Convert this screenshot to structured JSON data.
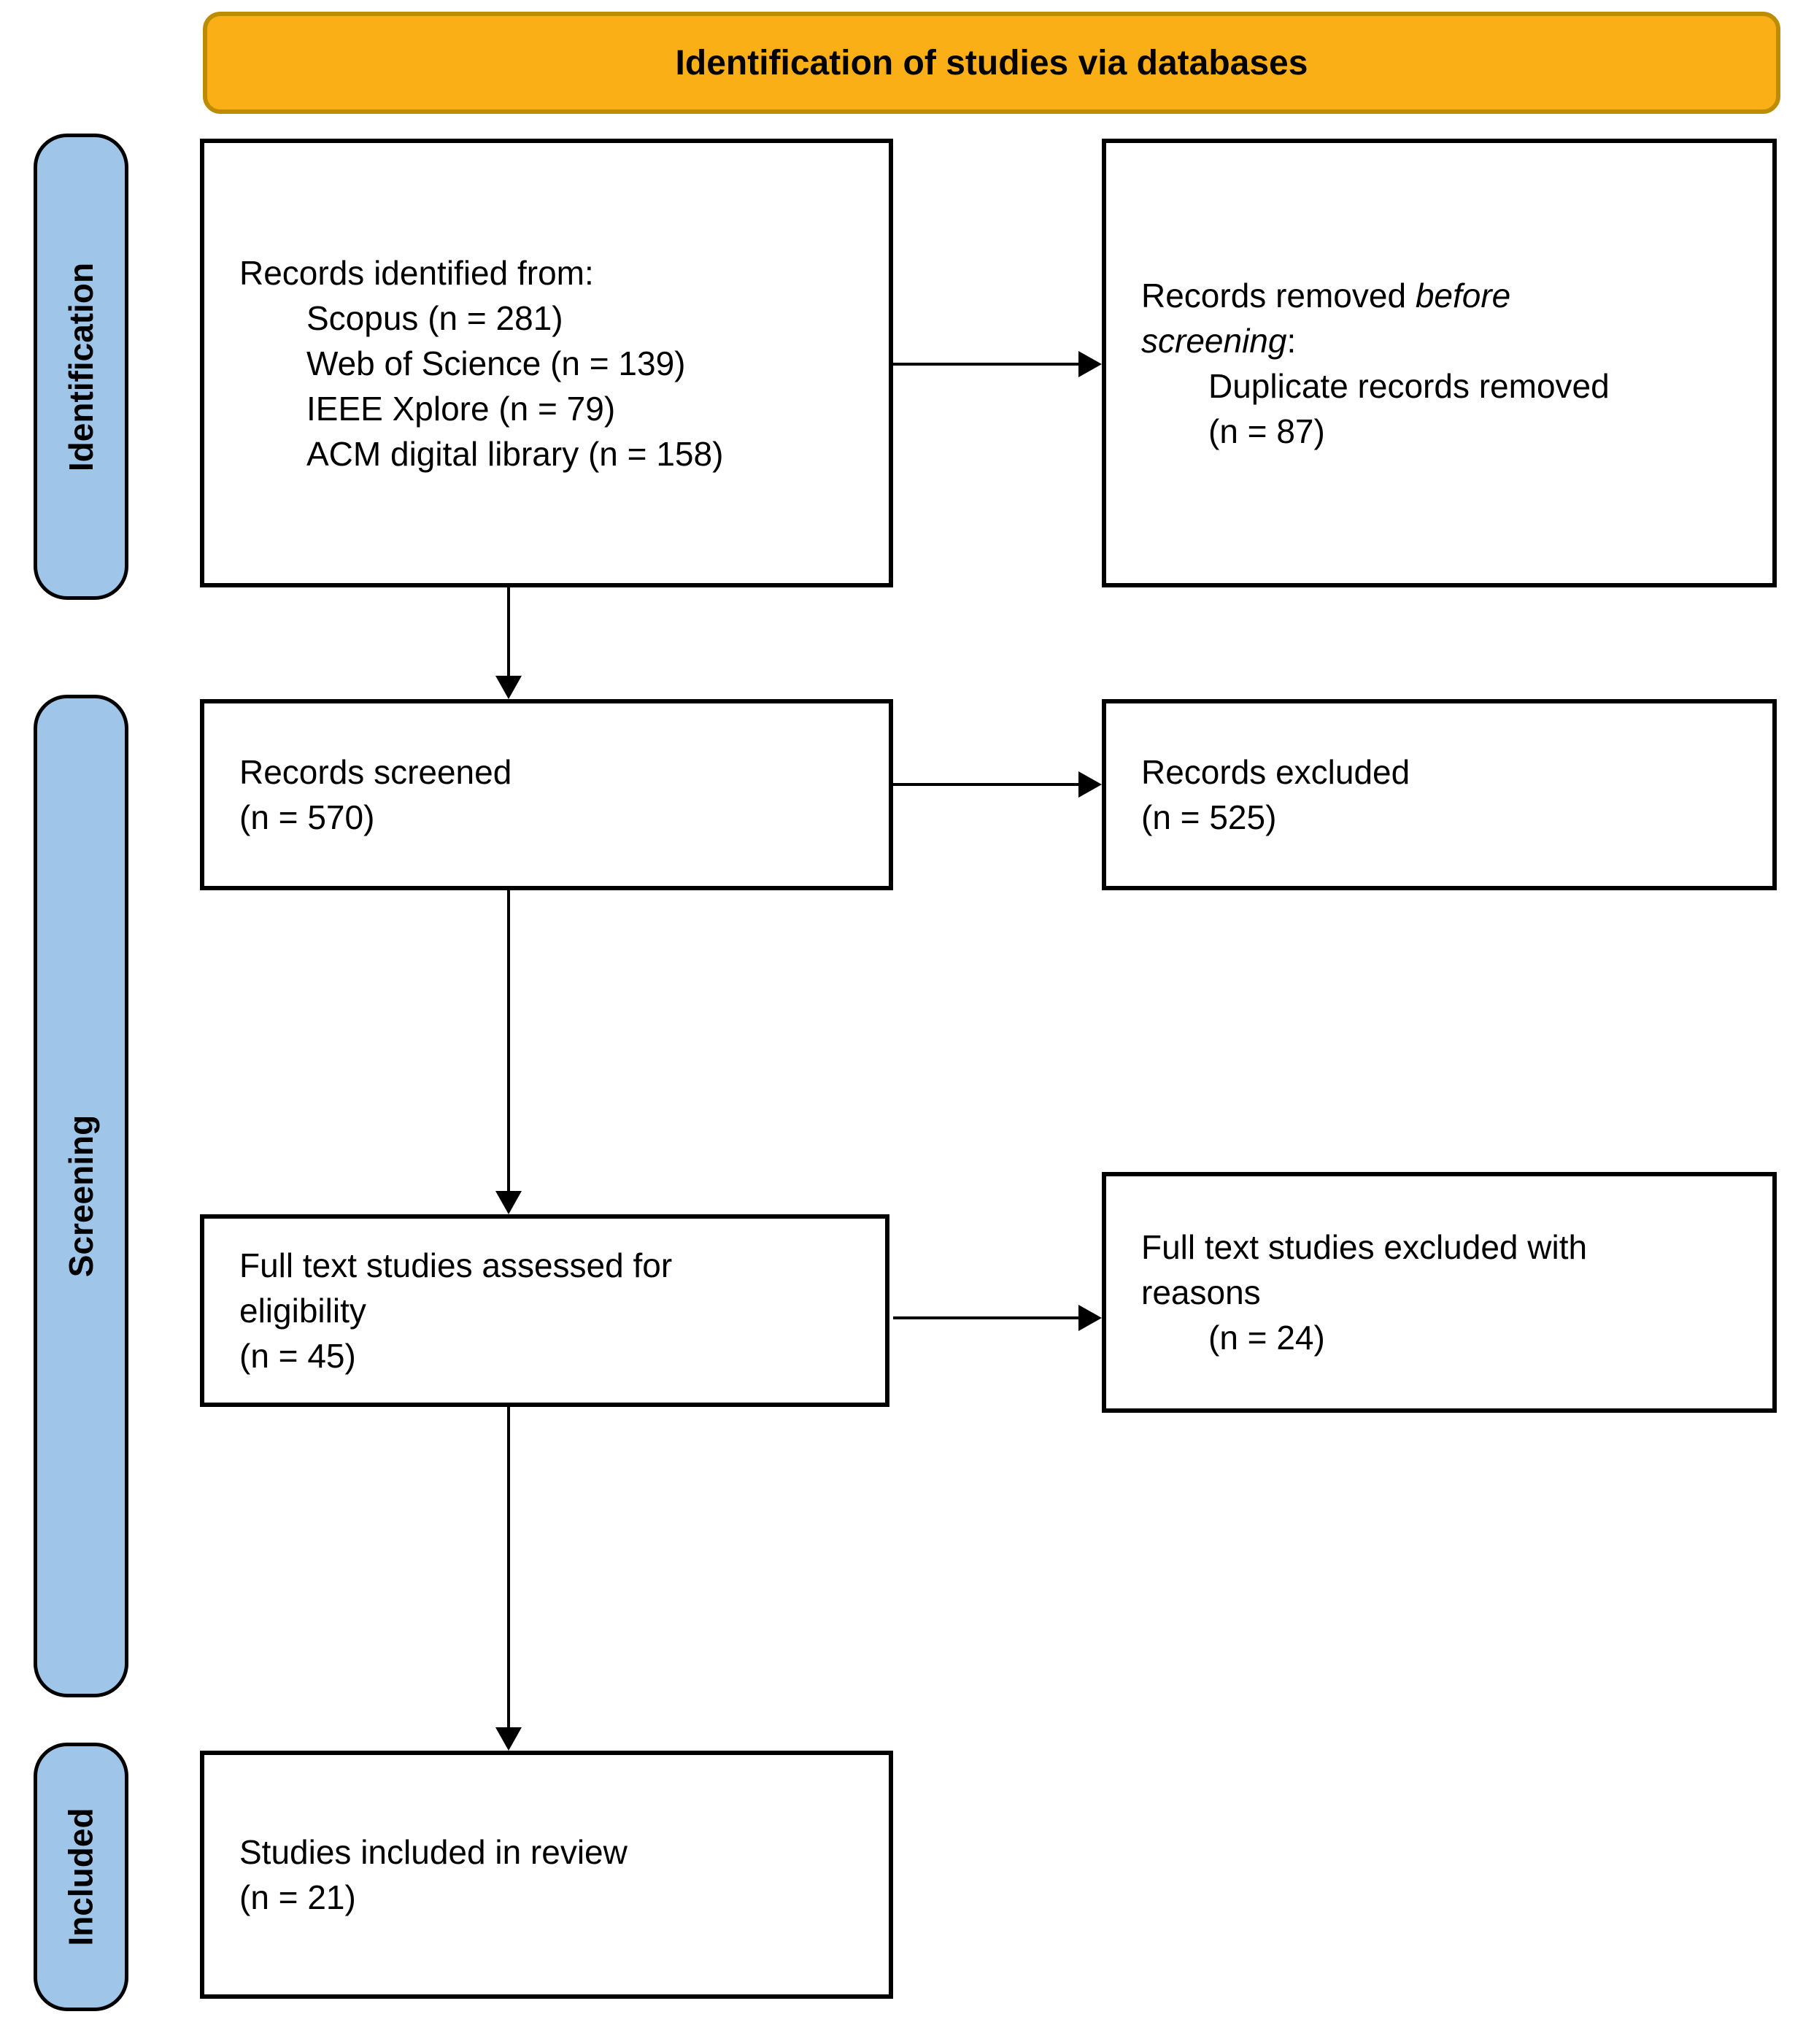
{
  "header": {
    "title": "Identification of studies via databases"
  },
  "stages": {
    "identification": "Identification",
    "screening": "Screening",
    "included": "Included"
  },
  "colors": {
    "header_fill": "#FBAF17",
    "header_border": "#BD8D01",
    "stage_fill": "#9FC5E8",
    "border": "#000000"
  },
  "boxes": {
    "identified": {
      "title": "Records identified from:",
      "items": [
        "Scopus (n = 281)",
        "Web of Science (n = 139)",
        "IEEE Xplore (n = 79)",
        "ACM digital library (n = 158)"
      ]
    },
    "removed": {
      "line1_normal": "Records removed ",
      "line1_italic": "before",
      "line2_italic": "screening",
      "line2_suffix": ":",
      "items": [
        "Duplicate records removed",
        "(n = 87)"
      ]
    },
    "screened": {
      "lines": [
        "Records screened",
        "(n = 570)"
      ]
    },
    "excluded": {
      "lines": [
        "Records excluded",
        "(n = 525)"
      ]
    },
    "fulltext_assessed": {
      "lines": [
        "Full text studies assessed for",
        "eligibility",
        "(n = 45)"
      ]
    },
    "fulltext_excluded": {
      "lines": [
        "Full text studies excluded with",
        "reasons"
      ],
      "count": "(n = 24)"
    },
    "included_review": {
      "lines": [
        "Studies included in review",
        "(n = 21)"
      ]
    }
  }
}
